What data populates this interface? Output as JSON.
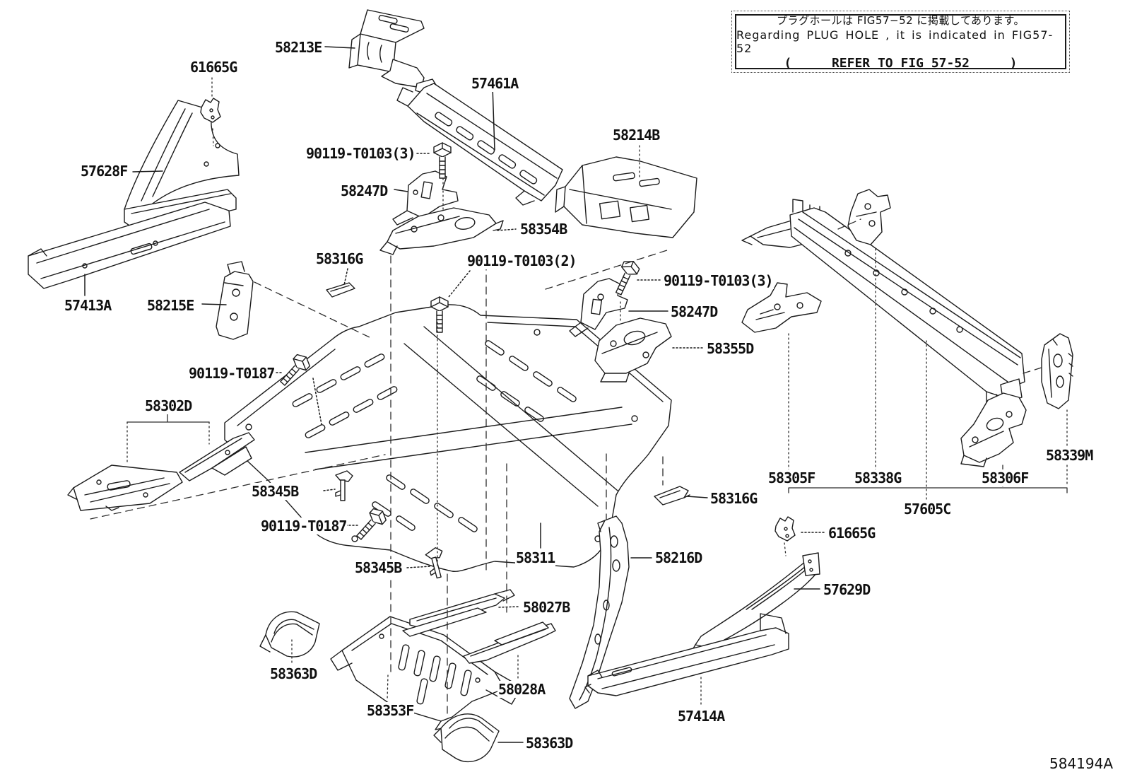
{
  "note_box": {
    "line1_jp": "プラグホールは FIG57−52 に掲載してあります。",
    "line2_en": "Regarding PLUG HOLE , it is indicated in FIG57-52",
    "line3_open": "(",
    "line3_text": "REFER TO FIG 57-52",
    "line3_close": ")"
  },
  "diagram_code": "584194A",
  "parts": [
    {
      "label": "58213E"
    },
    {
      "label": "61665G"
    },
    {
      "label": "57461A"
    },
    {
      "label": "58214B"
    },
    {
      "label": "90119-T0103(3)"
    },
    {
      "label": "58247D"
    },
    {
      "label": "58354B"
    },
    {
      "label": "58316G"
    },
    {
      "label": "90119-T0103(2)"
    },
    {
      "label": "90119-T0103(3)"
    },
    {
      "label": "58247D"
    },
    {
      "label": "58355D"
    },
    {
      "label": "57628F"
    },
    {
      "label": "57413A"
    },
    {
      "label": "58215E"
    },
    {
      "label": "90119-T0187"
    },
    {
      "label": "58302D"
    },
    {
      "label": "58345B"
    },
    {
      "label": "90119-T0187"
    },
    {
      "label": "58345B"
    },
    {
      "label": "58311"
    },
    {
      "label": "58216D"
    },
    {
      "label": "58316G"
    },
    {
      "label": "61665G"
    },
    {
      "label": "57629D"
    },
    {
      "label": "58027B"
    },
    {
      "label": "58363D"
    },
    {
      "label": "58353F"
    },
    {
      "label": "58028A"
    },
    {
      "label": "58363D"
    },
    {
      "label": "57414A"
    },
    {
      "label": "58305F"
    },
    {
      "label": "58338G"
    },
    {
      "label": "58306F"
    },
    {
      "label": "58339M"
    },
    {
      "label": "57605C"
    }
  ]
}
